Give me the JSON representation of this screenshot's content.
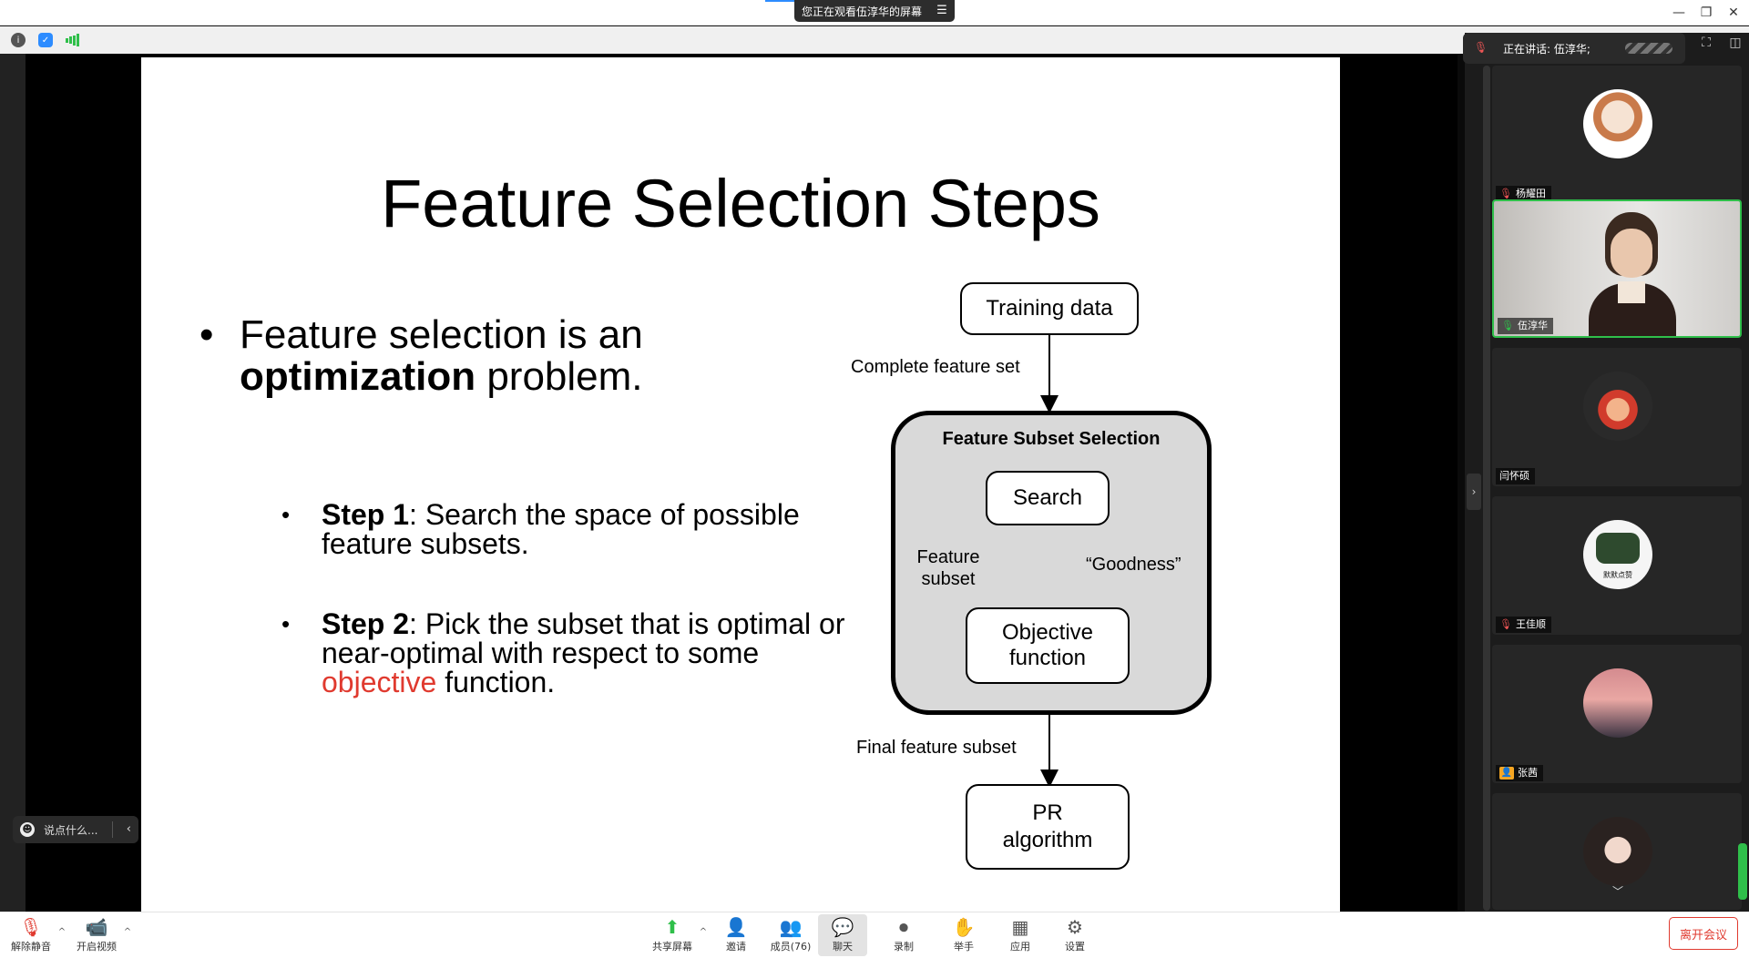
{
  "app": {
    "share_banner": "您正在观看伍淳华的屏幕",
    "window_controls": [
      "—",
      "❐",
      "✕"
    ]
  },
  "slide": {
    "title": "Feature Selection Steps",
    "bullet_line1": "Feature selection is an",
    "bullet_bold": "optimization",
    "bullet_rest": " problem.",
    "step1_bold": "Step 1",
    "step1_text": ": Search the space of possible feature subsets.",
    "step2_bold": "Step 2",
    "step2_text_a": ": Pick the subset that is optimal or near-optimal with respect to some ",
    "step2_red": "objective",
    "step2_text_b": " function."
  },
  "diagram": {
    "training_data": "Training data",
    "complete_feature_set": "Complete feature set",
    "fss_title": "Feature Subset Selection",
    "search": "Search",
    "feature_subset_line1": "Feature",
    "feature_subset_line2": "subset",
    "goodness": "“Goodness”",
    "objective_line1": "Objective",
    "objective_line2": "function",
    "final_feature_subset": "Final feature subset",
    "pr_line1": "PR",
    "pr_line2": "algorithm"
  },
  "panel": {
    "speaking_label": "正在讲话: 伍淳华;",
    "participants": [
      {
        "name": "杨耀田",
        "mic": "muted"
      },
      {
        "name": "伍淳华",
        "mic": "on",
        "active": true
      },
      {
        "name": "闫怀硕",
        "mic": "none"
      },
      {
        "name": "王佳顺",
        "mic": "muted"
      },
      {
        "name": "张茜",
        "mic": "avatar"
      },
      {
        "name": "",
        "mic": "none"
      }
    ],
    "tile4_avatar_text": "默默点赞"
  },
  "chat": {
    "placeholder": "说点什么..."
  },
  "bottombar": {
    "unmute": "解除静音",
    "start_video": "开启视频",
    "share_screen": "共享屏幕",
    "invite": "邀请",
    "members": "成员(76)",
    "chat": "聊天",
    "record": "录制",
    "raise_hand": "举手",
    "apps": "应用",
    "settings": "设置",
    "leave": "离开会议"
  },
  "colors": {
    "accent_red": "#e03a2f",
    "active_green": "#2fbf4a",
    "brand_blue": "#2d8cff"
  }
}
